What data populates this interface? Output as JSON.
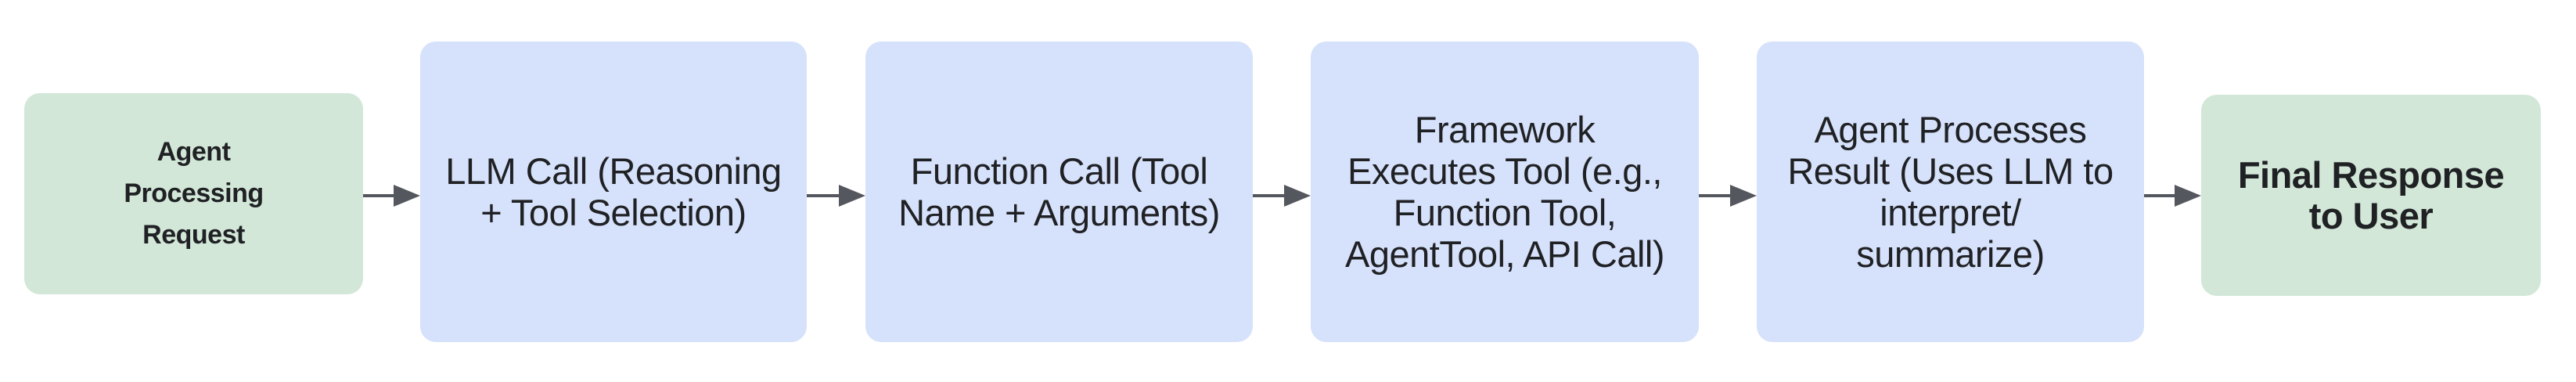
{
  "nodes": [
    {
      "id": "agent-processing-request",
      "kind": "terminal",
      "label": "Agent\nProcessing\nRequest"
    },
    {
      "id": "llm-call",
      "kind": "process",
      "label": "LLM Call (Reasoning\n+ Tool Selection)"
    },
    {
      "id": "function-call",
      "kind": "process",
      "label": "Function Call (Tool\nName + Arguments)"
    },
    {
      "id": "framework-executes-tool",
      "kind": "process",
      "label": "Framework\nExecutes Tool (e.g.,\nFunction Tool,\nAgentTool, API Call)"
    },
    {
      "id": "agent-processes-result",
      "kind": "process",
      "label": "Agent Processes\nResult (Uses LLM to\ninterpret/\nsummarize)"
    },
    {
      "id": "final-response-to-user",
      "kind": "terminal",
      "label": "Final Response\nto User"
    }
  ],
  "arrows": [
    {
      "from": "agent-processing-request",
      "to": "llm-call"
    },
    {
      "from": "llm-call",
      "to": "function-call"
    },
    {
      "from": "function-call",
      "to": "framework-executes-tool"
    },
    {
      "from": "framework-executes-tool",
      "to": "agent-processes-result"
    },
    {
      "from": "agent-processes-result",
      "to": "final-response-to-user"
    }
  ],
  "colors": {
    "terminal_bg": "#d2e7d8",
    "process_bg": "#d6e2fb",
    "arrow": "#54585e",
    "text": "#202124",
    "canvas_bg": "#ffffff"
  }
}
